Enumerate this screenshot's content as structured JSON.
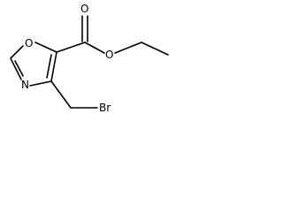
{
  "structure": {
    "atoms": {
      "ring_oxygen": "O",
      "ring_nitrogen": "N",
      "carbonyl_oxygen": "O",
      "ester_oxygen": "O",
      "bromine": "Br"
    }
  }
}
